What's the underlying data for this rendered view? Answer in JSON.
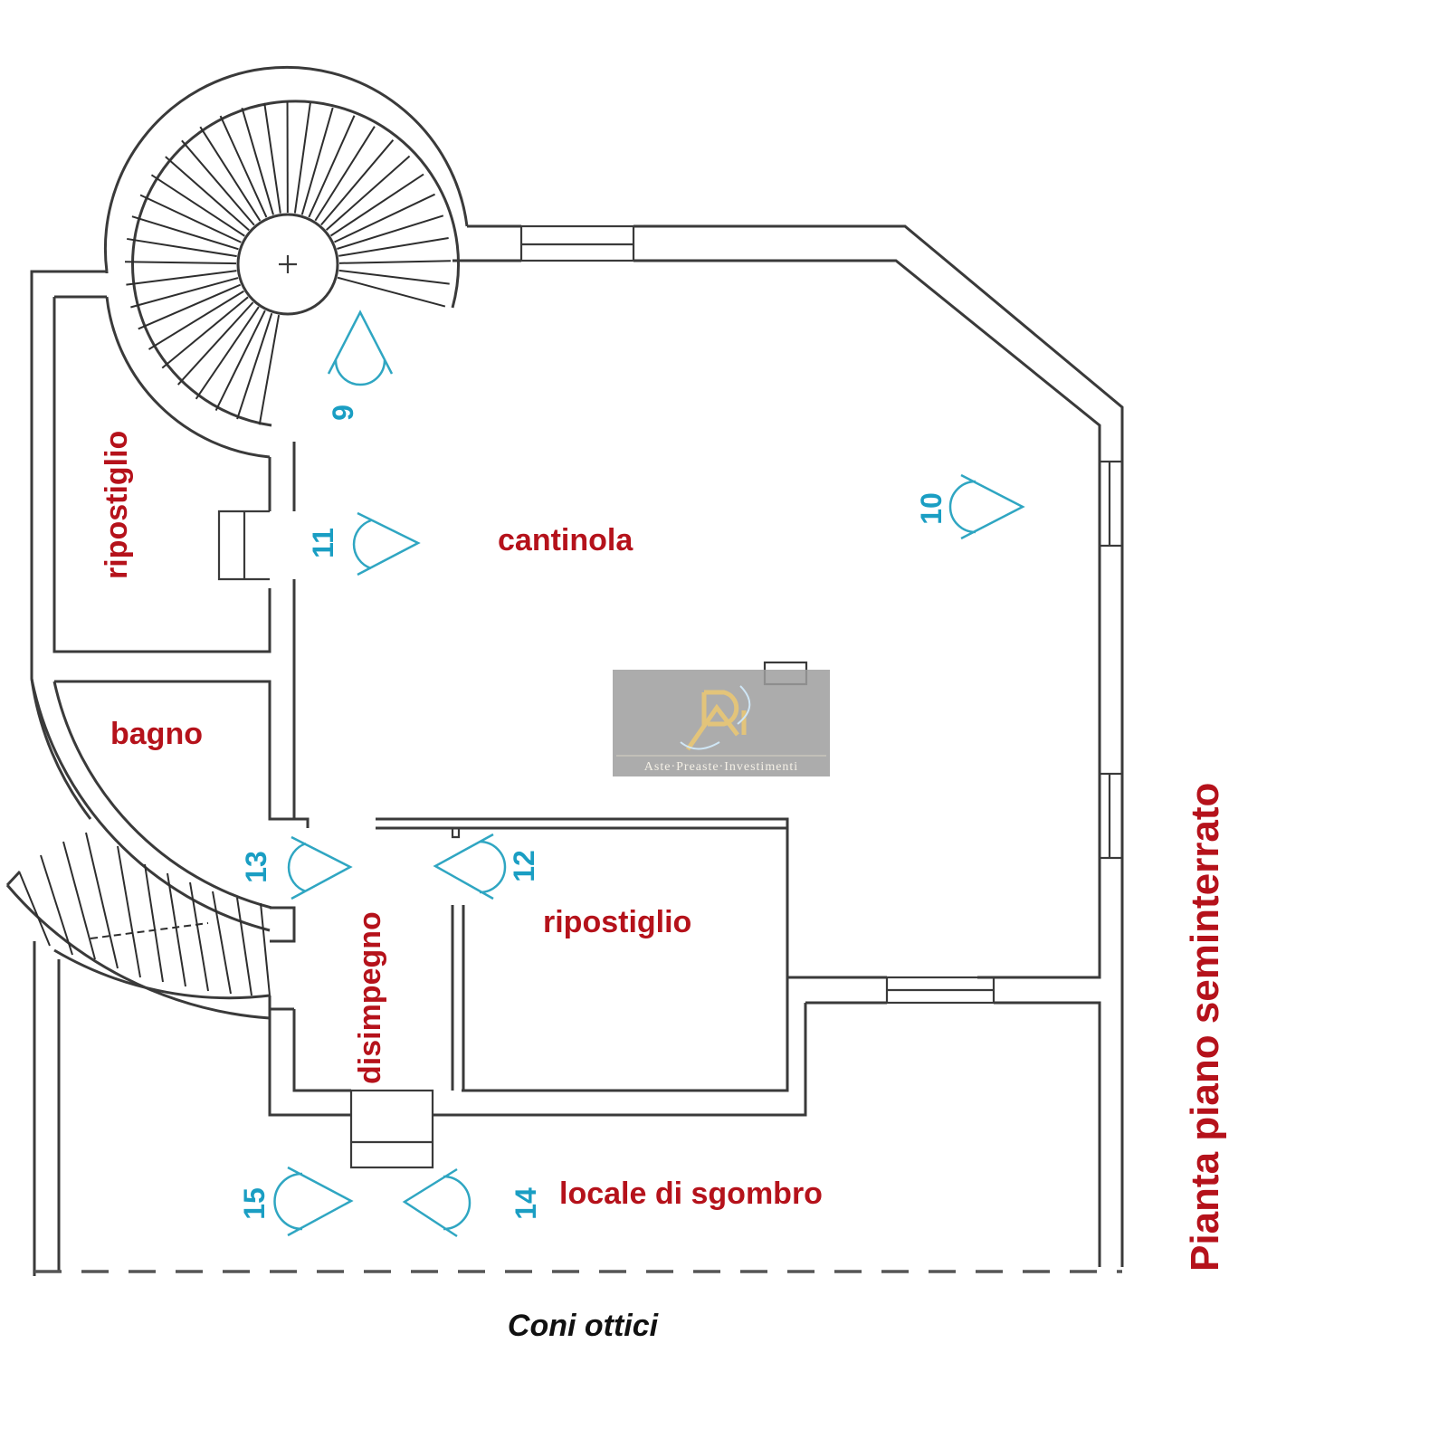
{
  "plan": {
    "title": "Pianta piano seminterrato",
    "caption": "Coni ottici",
    "colors": {
      "room_label": "#b5121b",
      "cone": "#2fa6c2",
      "wall": "#3a3a3a",
      "watermark_bg": "#9e9e9e",
      "watermark_logo": "#e3c47a"
    },
    "rooms": [
      {
        "id": "cantinola",
        "label": "cantinola"
      },
      {
        "id": "ripostiglio-left",
        "label": "ripostiglio"
      },
      {
        "id": "bagno",
        "label": "bagno"
      },
      {
        "id": "disimpegno",
        "label": "disimpegno"
      },
      {
        "id": "ripostiglio-center",
        "label": "ripostiglio"
      },
      {
        "id": "locale-di-sgombro",
        "label": "locale di sgombro"
      }
    ],
    "view_cones": [
      {
        "number": "9",
        "direction": "up"
      },
      {
        "number": "10",
        "direction": "right"
      },
      {
        "number": "11",
        "direction": "right"
      },
      {
        "number": "12",
        "direction": "left"
      },
      {
        "number": "13",
        "direction": "right"
      },
      {
        "number": "14",
        "direction": "left"
      },
      {
        "number": "15",
        "direction": "right"
      }
    ],
    "watermark": {
      "logo": "RI",
      "text": "Aste·Preaste·Investimenti"
    }
  }
}
